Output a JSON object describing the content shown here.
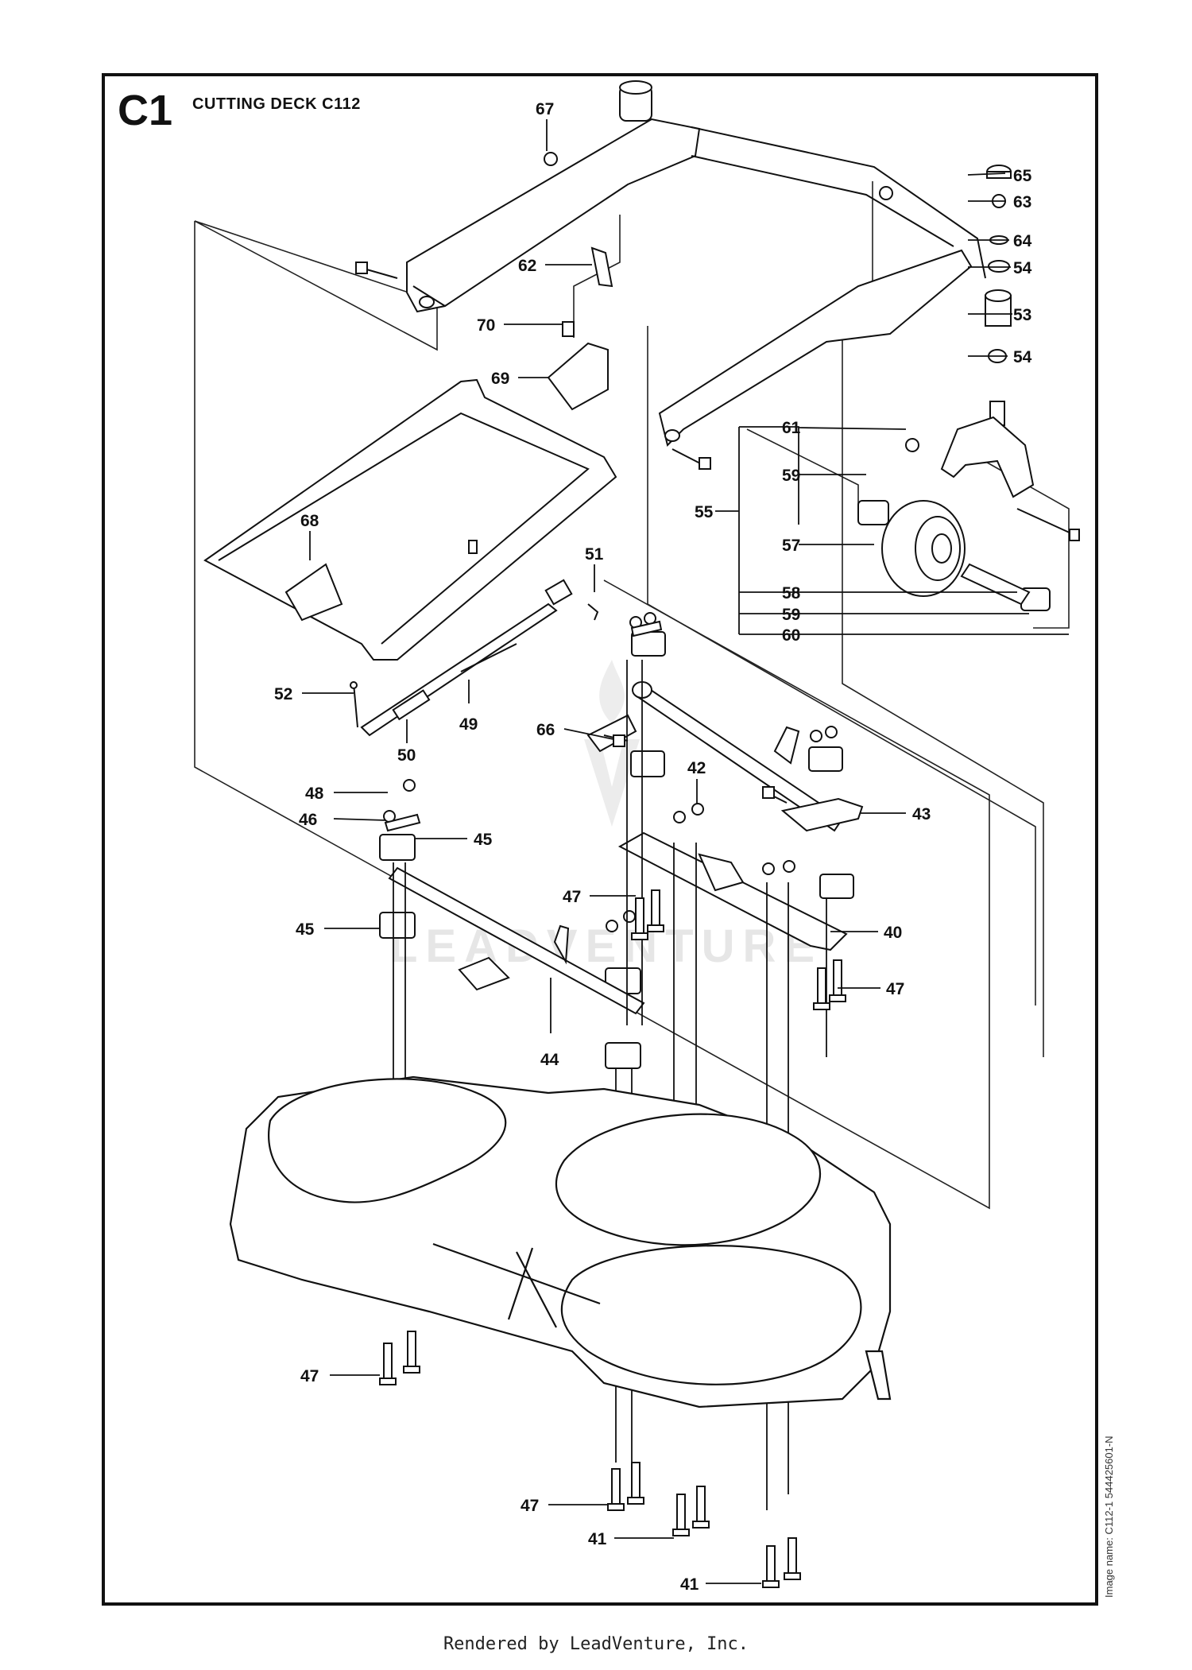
{
  "header": {
    "section_id": "C1",
    "title": "CUTTING DECK C112"
  },
  "image_name": "Image name: C112-1 544425601-N",
  "footer": "Rendered by LeadVenture, Inc.",
  "watermark": "LEADVENTURE",
  "callouts": [
    {
      "id": "c67",
      "label": "67"
    },
    {
      "id": "c65",
      "label": "65"
    },
    {
      "id": "c63",
      "label": "63"
    },
    {
      "id": "c64",
      "label": "64"
    },
    {
      "id": "c54a",
      "label": "54"
    },
    {
      "id": "c53",
      "label": "53"
    },
    {
      "id": "c54b",
      "label": "54"
    },
    {
      "id": "c62",
      "label": "62"
    },
    {
      "id": "c70",
      "label": "70"
    },
    {
      "id": "c69",
      "label": "69"
    },
    {
      "id": "c61",
      "label": "61"
    },
    {
      "id": "c59a",
      "label": "59"
    },
    {
      "id": "c55",
      "label": "55"
    },
    {
      "id": "c57",
      "label": "57"
    },
    {
      "id": "c58",
      "label": "58"
    },
    {
      "id": "c59b",
      "label": "59"
    },
    {
      "id": "c60",
      "label": "60"
    },
    {
      "id": "c68",
      "label": "68"
    },
    {
      "id": "c51",
      "label": "51"
    },
    {
      "id": "c52",
      "label": "52"
    },
    {
      "id": "c50",
      "label": "50"
    },
    {
      "id": "c49",
      "label": "49"
    },
    {
      "id": "c66",
      "label": "66"
    },
    {
      "id": "c42",
      "label": "42"
    },
    {
      "id": "c43",
      "label": "43"
    },
    {
      "id": "c48",
      "label": "48"
    },
    {
      "id": "c46",
      "label": "46"
    },
    {
      "id": "c45a",
      "label": "45"
    },
    {
      "id": "c47a",
      "label": "47"
    },
    {
      "id": "c45b",
      "label": "45"
    },
    {
      "id": "c40",
      "label": "40"
    },
    {
      "id": "c47b",
      "label": "47"
    },
    {
      "id": "c44",
      "label": "44"
    },
    {
      "id": "c47c",
      "label": "47"
    },
    {
      "id": "c47d",
      "label": "47"
    },
    {
      "id": "c41a",
      "label": "41"
    },
    {
      "id": "c41b",
      "label": "41"
    }
  ]
}
